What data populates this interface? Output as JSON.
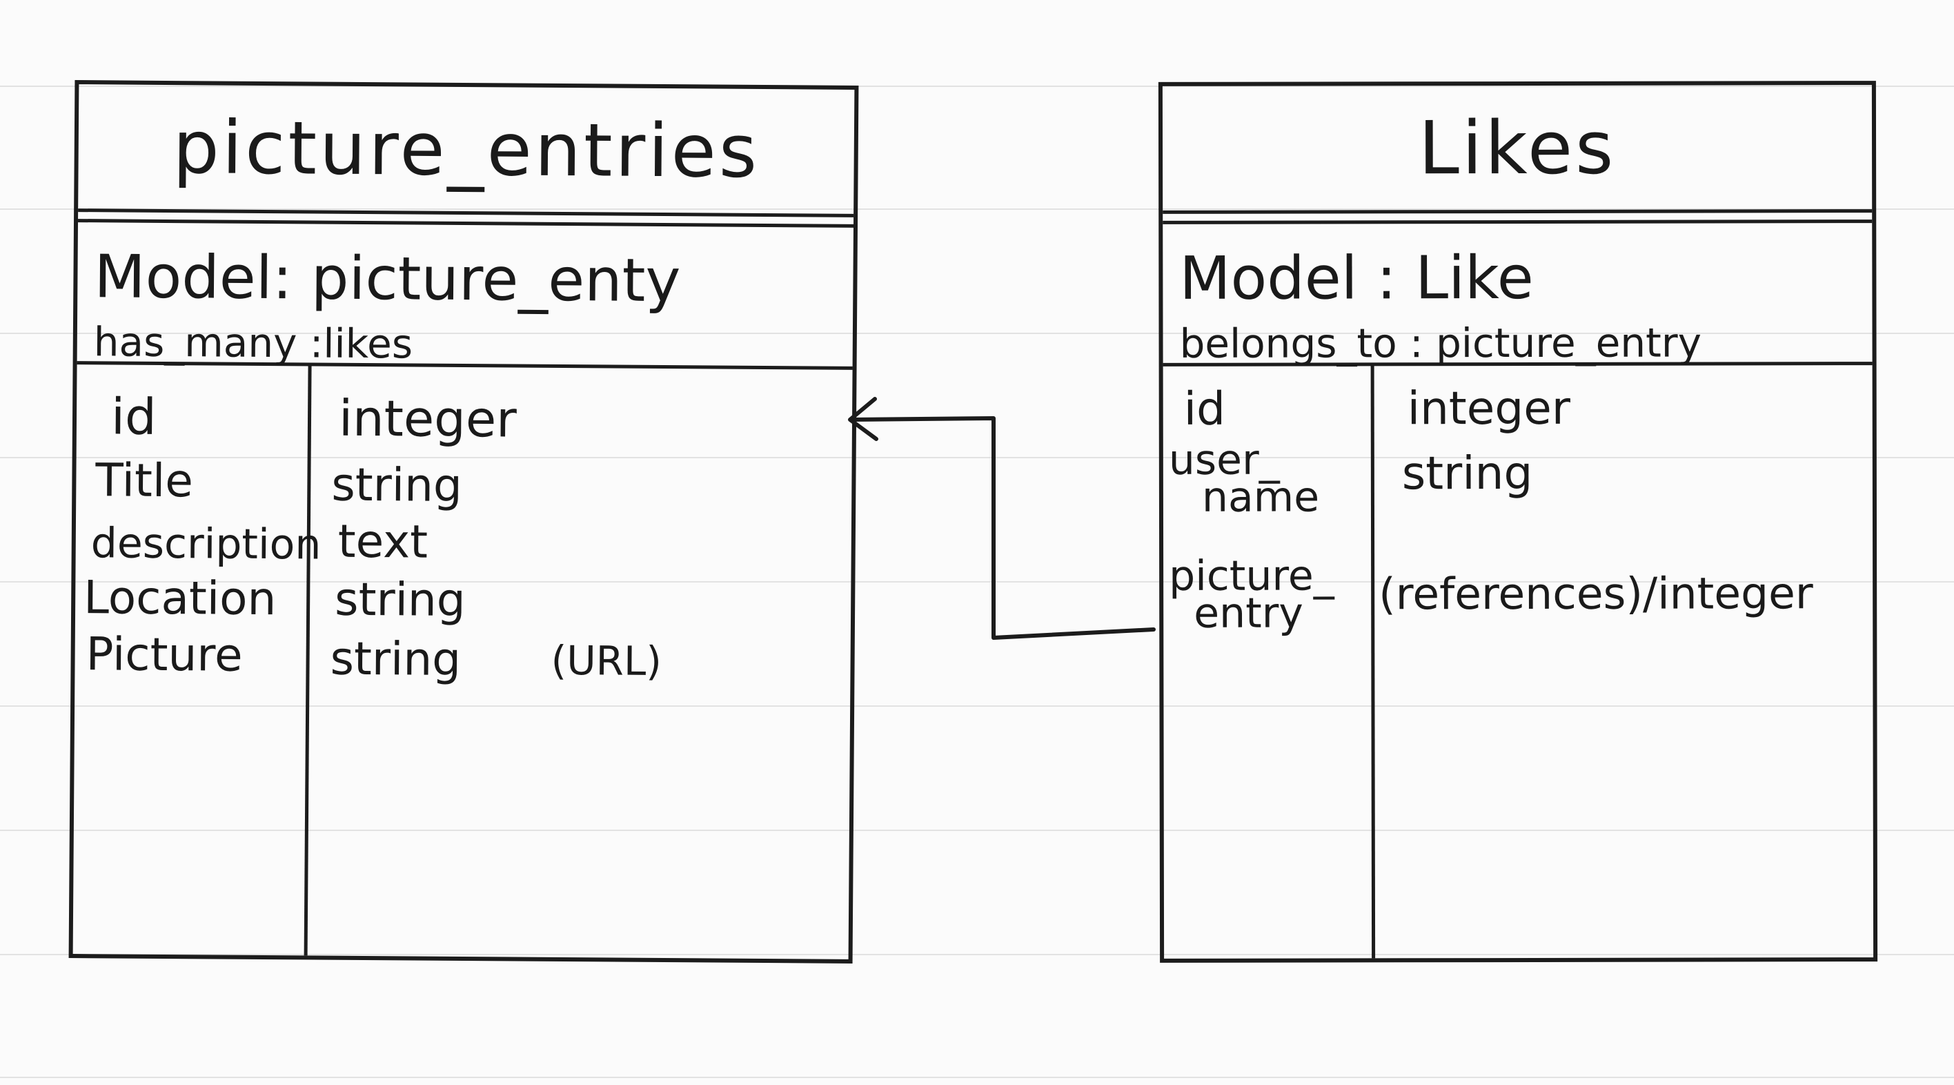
{
  "tables": [
    {
      "title": "picture_entries",
      "model": "Model: picture_enty",
      "association": "has_many :likes",
      "rows": [
        {
          "name": "id",
          "type": "integer"
        },
        {
          "name": "Title",
          "type": "string"
        },
        {
          "name": "description",
          "type": "text"
        },
        {
          "name": "Location",
          "type": "string"
        },
        {
          "name": "Picture",
          "type": "string",
          "note": "(URL)"
        }
      ]
    },
    {
      "title": "Likes",
      "model": "Model : Like",
      "association": "belongs_to : picture_entry",
      "rows": [
        {
          "name": "id",
          "type": "integer"
        },
        {
          "name_line1": "user_",
          "name_line2": "name",
          "type": "string"
        },
        {
          "name_line1": "picture_",
          "name_line2": "entry",
          "type": "(references)/integer"
        }
      ]
    }
  ],
  "relationship": {
    "from": "likes.picture_entry",
    "to": "picture_entries.id",
    "style": "arrow"
  }
}
